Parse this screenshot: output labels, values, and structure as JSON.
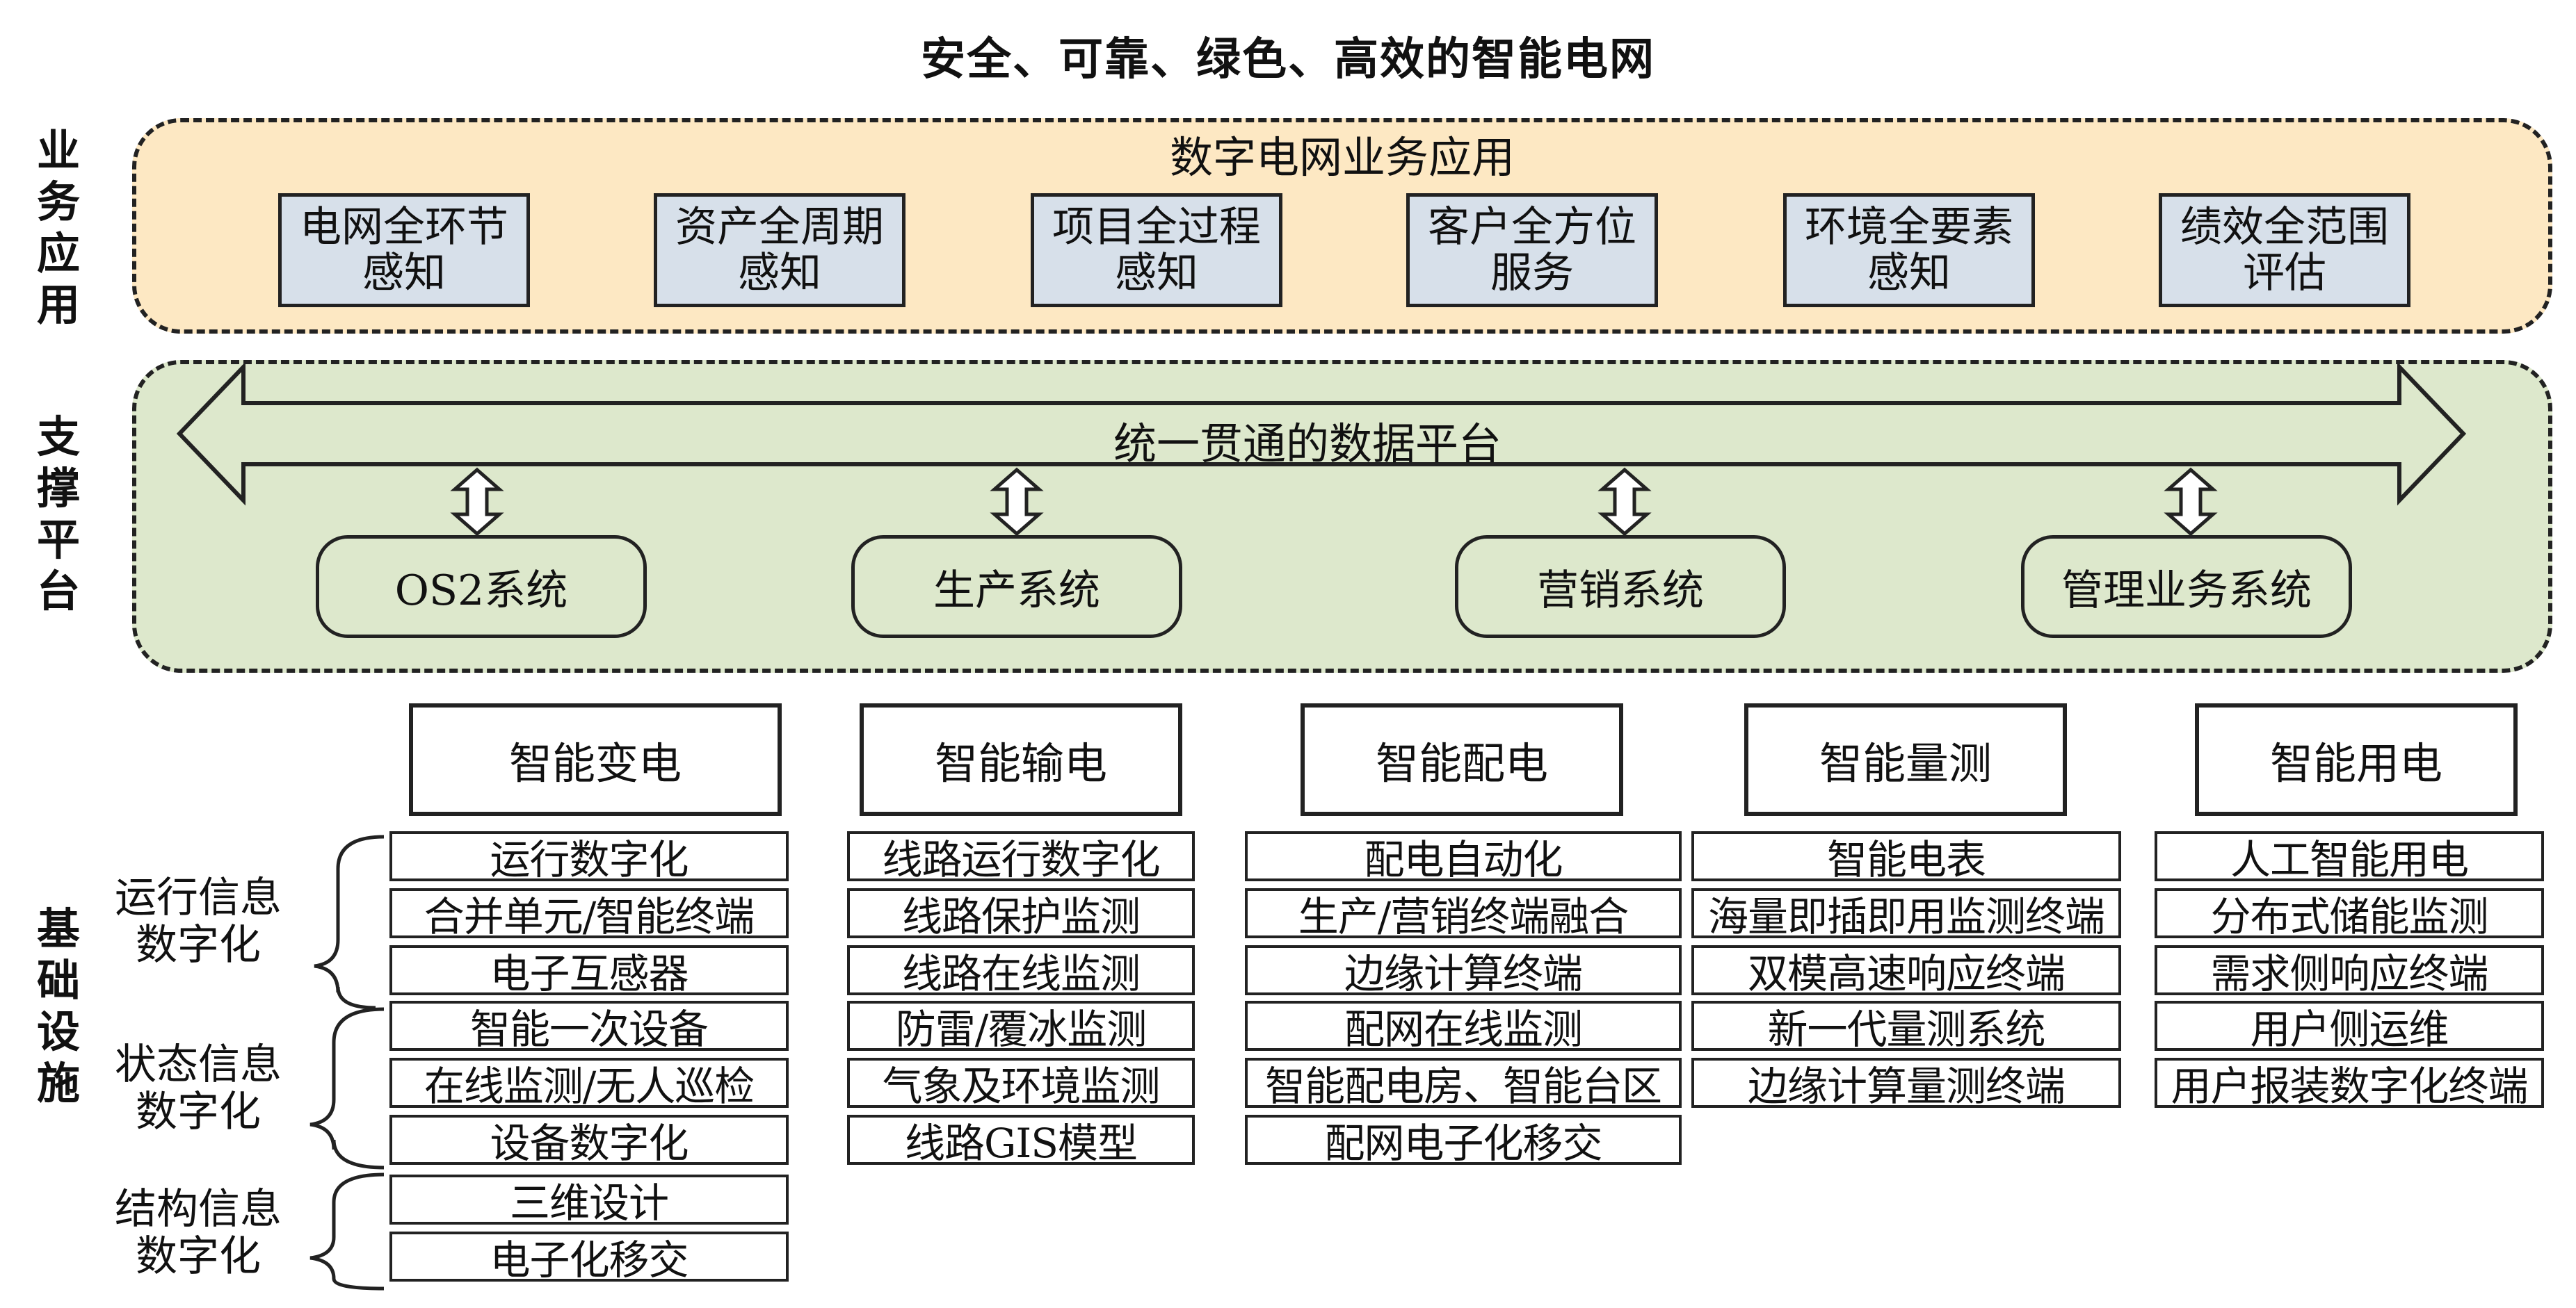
{
  "title": "安全、可靠、绿色、高效的智能电网",
  "layers": {
    "application": "业务应用",
    "platform": "支撑平台",
    "infrastructure": "基础设施"
  },
  "application": {
    "title": "数字电网业务应用",
    "items": [
      {
        "line1": "电网全环节",
        "line2": "感知"
      },
      {
        "line1": "资产全周期",
        "line2": "感知"
      },
      {
        "line1": "项目全过程",
        "line2": "感知"
      },
      {
        "line1": "客户全方位",
        "line2": "服务"
      },
      {
        "line1": "环境全要素",
        "line2": "感知"
      },
      {
        "line1": "绩效全范围",
        "line2": "评估"
      }
    ]
  },
  "platform": {
    "data_platform": "统一贯通的数据平台",
    "systems": [
      "OS2系统",
      "生产系统",
      "营销系统",
      "管理业务系统"
    ]
  },
  "infrastructure": {
    "groups": [
      {
        "line1": "运行信息",
        "line2": "数字化"
      },
      {
        "line1": "状态信息",
        "line2": "数字化"
      },
      {
        "line1": "结构信息",
        "line2": "数字化"
      }
    ],
    "domains": [
      {
        "name": "智能变电",
        "items": [
          "运行数字化",
          "合并单元/智能终端",
          "电子互感器",
          "智能一次设备",
          "在线监测/无人巡检",
          "设备数字化",
          "三维设计",
          "电子化移交"
        ]
      },
      {
        "name": "智能输电",
        "items": [
          "线路运行数字化",
          "线路保护监测",
          "线路在线监测",
          "防雷/覆冰监测",
          "气象及环境监测",
          "线路GIS模型"
        ]
      },
      {
        "name": "智能配电",
        "items": [
          "配电自动化",
          "生产/营销终端融合",
          "边缘计算终端",
          "配网在线监测",
          "智能配电房、智能台区",
          "配网电子化移交"
        ]
      },
      {
        "name": "智能量测",
        "items": [
          "智能电表",
          "海量即插即用监测终端",
          "双模高速响应终端",
          "新一代量测系统",
          "边缘计算量测终端"
        ]
      },
      {
        "name": "智能用电",
        "items": [
          "人工智能用电",
          "分布式储能监测",
          "需求侧响应终端",
          "用户侧运维",
          "用户报装数字化终端"
        ]
      }
    ]
  }
}
